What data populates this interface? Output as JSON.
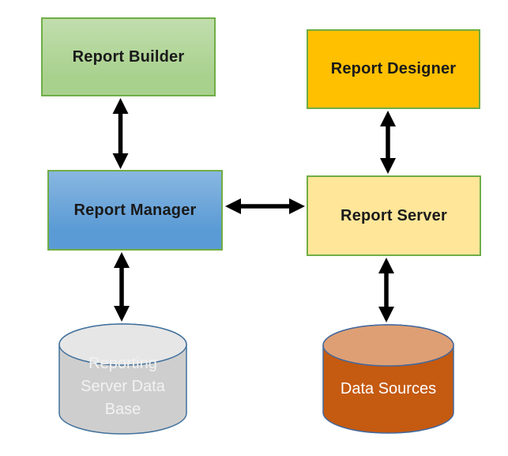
{
  "diagram": {
    "arrow_color": "#000000",
    "nodes": {
      "report_builder": {
        "label": "Report Builder",
        "fill": "#a9d18e",
        "border": "#70ad47",
        "text_color": "#1a1a1a"
      },
      "report_designer": {
        "label": "Report Designer",
        "fill": "#ffc000",
        "border": "#70ad47",
        "text_color": "#1a1a1a"
      },
      "report_manager": {
        "label": "Report Manager",
        "fill": "#5b9bd5",
        "border": "#70ad47",
        "text_color": "#1a1a1a"
      },
      "report_server": {
        "label": "Report Server",
        "fill": "#ffe699",
        "border": "#70ad47",
        "text_color": "#1a1a1a"
      },
      "reporting_db": {
        "label": "Reporting Server Data Base",
        "label_lines": [
          "Reporting",
          "Server Data",
          "Base"
        ],
        "fill": "#cfcece",
        "top_fill": "#e6e6e6",
        "border": "#41719c",
        "text_color": "#f2f2f2"
      },
      "data_sources": {
        "label": "Data Sources",
        "fill": "#c55a11",
        "top_fill": "#df9f74",
        "border": "#44699c",
        "text_color": "#ffffff"
      }
    },
    "edges": [
      {
        "from": "report_builder",
        "to": "report_manager",
        "type": "bidirectional"
      },
      {
        "from": "report_designer",
        "to": "report_server",
        "type": "bidirectional"
      },
      {
        "from": "report_manager",
        "to": "report_server",
        "type": "bidirectional"
      },
      {
        "from": "report_manager",
        "to": "reporting_db",
        "type": "bidirectional"
      },
      {
        "from": "report_server",
        "to": "data_sources",
        "type": "bidirectional"
      }
    ]
  }
}
